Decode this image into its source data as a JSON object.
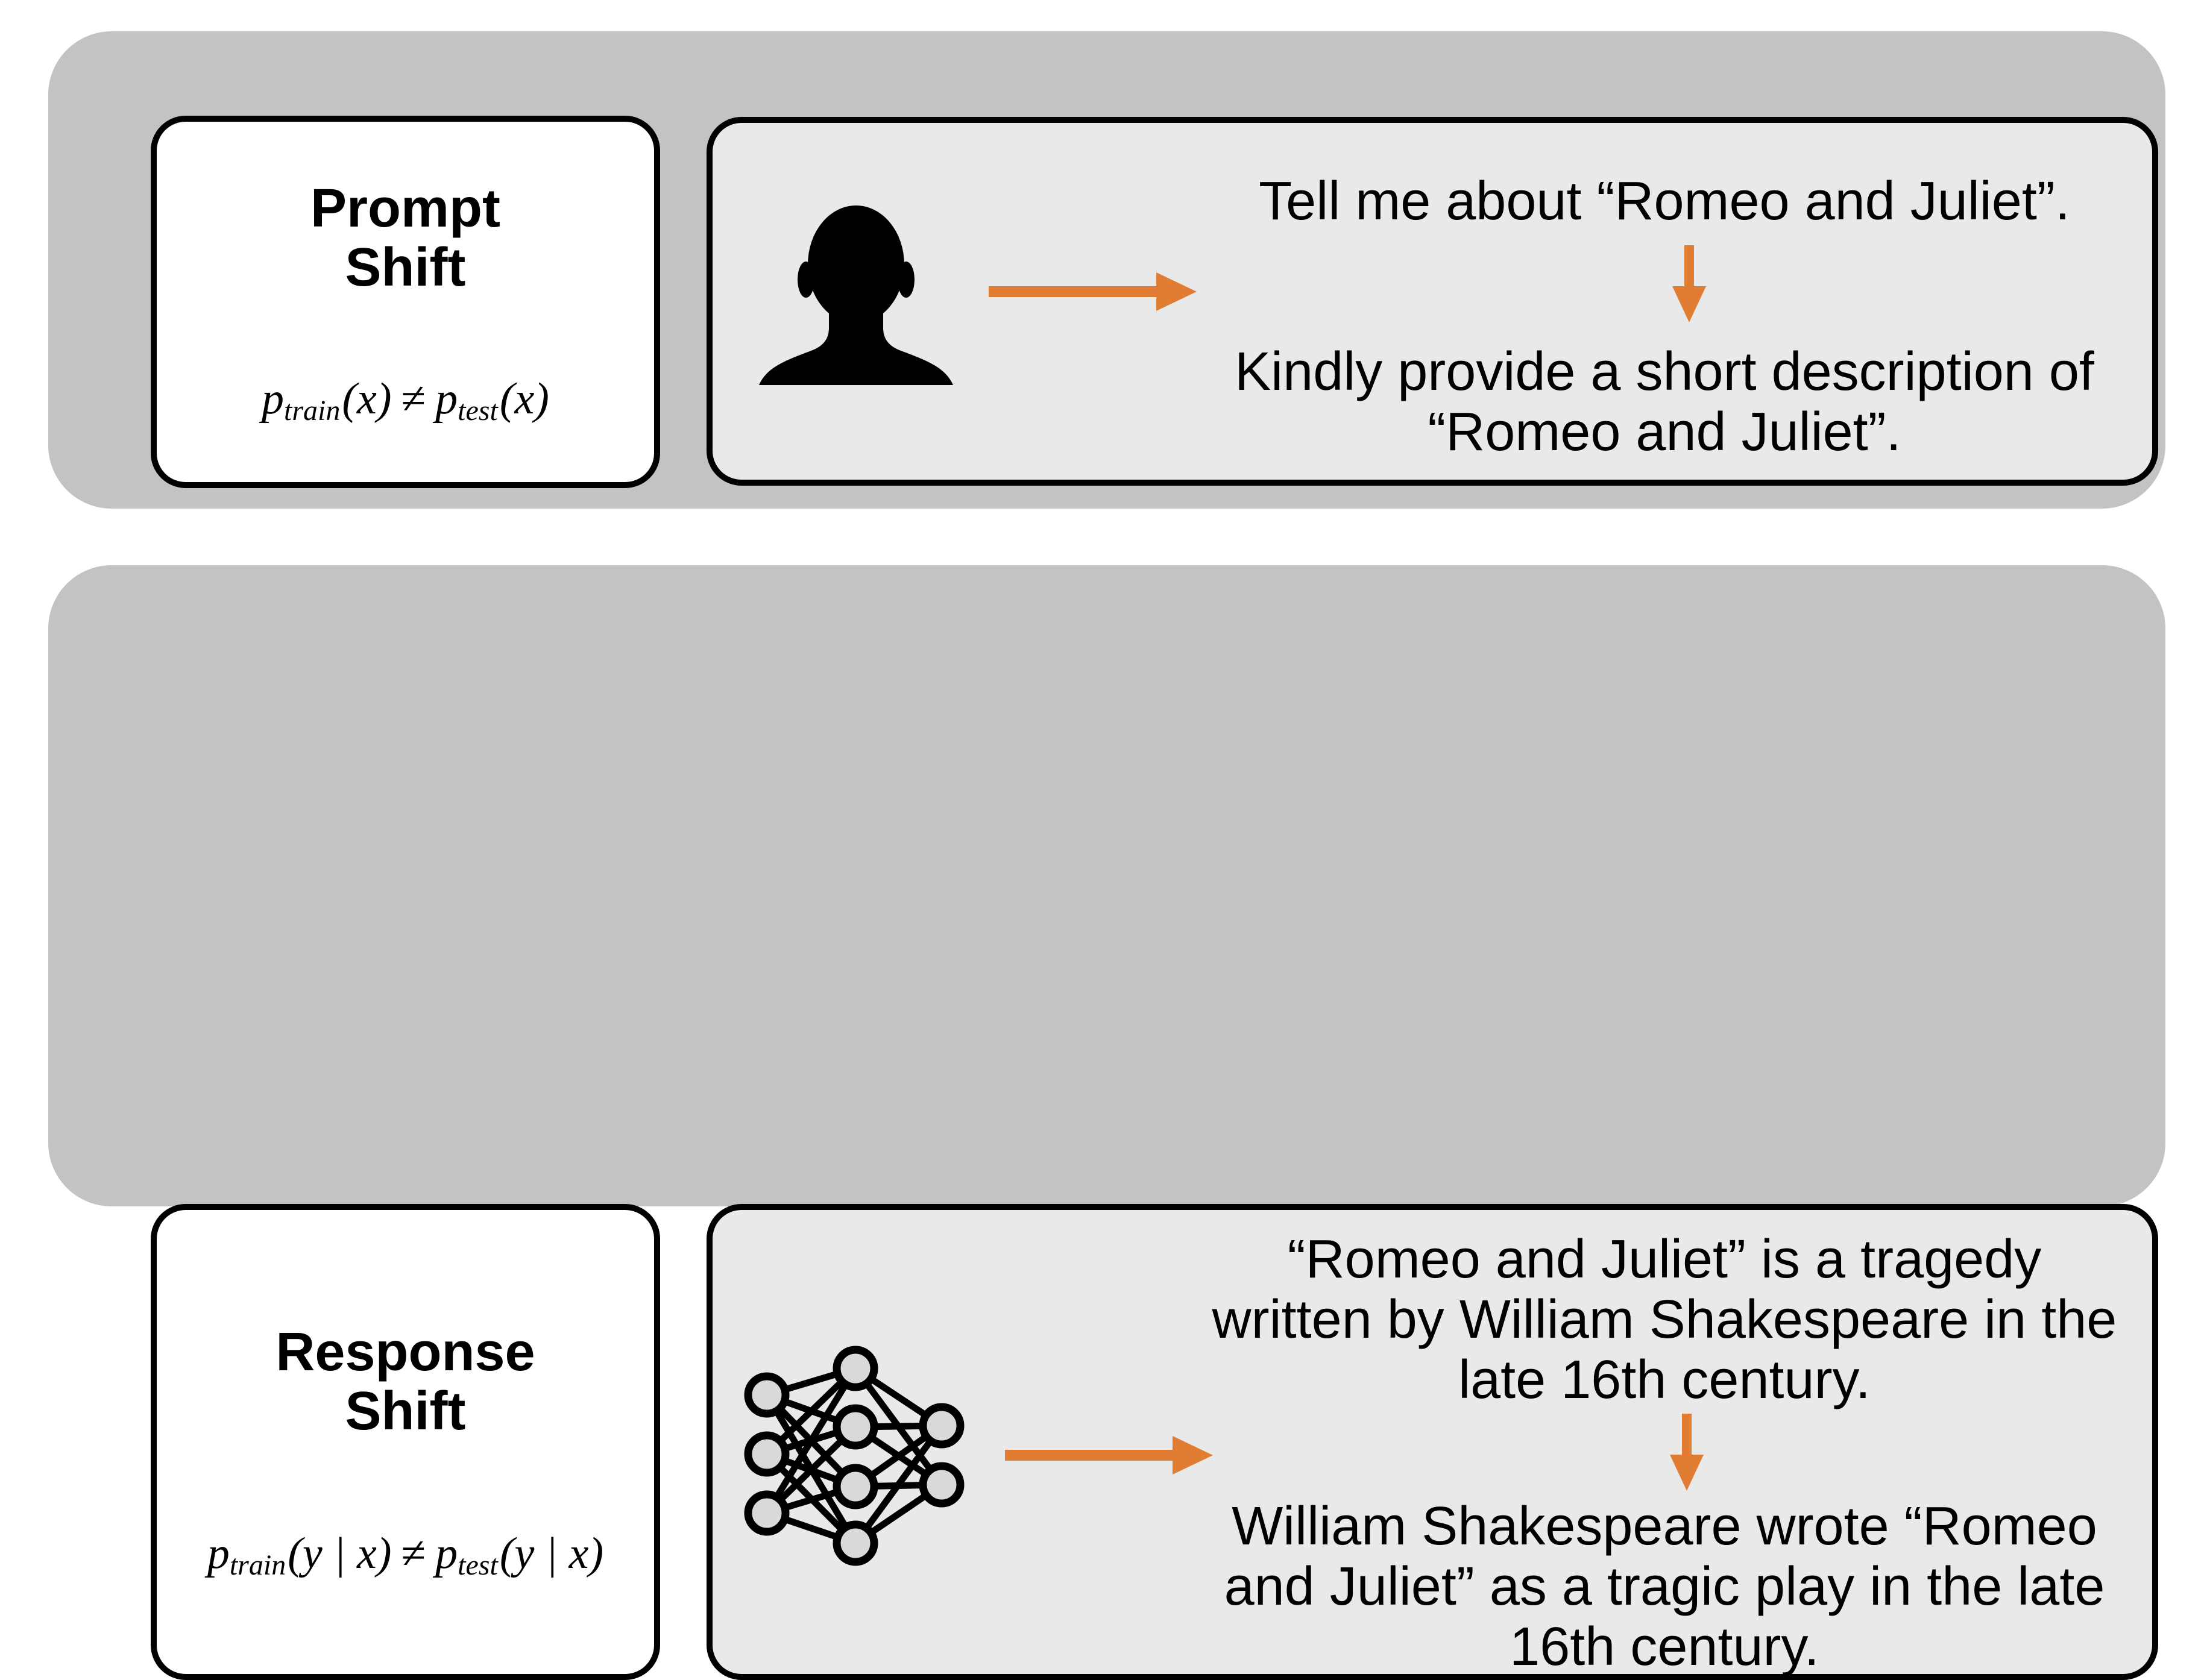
{
  "figure": {
    "description": "Two-panel diagram contrasting prompt shift and response shift for language models",
    "colors": {
      "band_background": "#c3c3c3",
      "content_background": "#e9e9e9",
      "label_background": "#ffffff",
      "outline": "#000000",
      "arrow_accent": "#e07d33",
      "node_fill": "#d9d9d9"
    },
    "icons": {
      "top_source": "person-silhouette-icon",
      "bottom_source": "neural-network-icon",
      "flow": "arrow-right-icon",
      "rewrite": "arrow-down-icon"
    },
    "panels": [
      {
        "name": "Prompt Shift",
        "title_lines": [
          "Prompt",
          "Shift"
        ],
        "formula": {
          "lhs_base": "p",
          "lhs_sub": "train",
          "lhs_arg": "(x)",
          "op": "≠",
          "rhs_base": "p",
          "rhs_sub": "test",
          "rhs_arg": "(x)"
        },
        "original_lines": [
          "Tell me about “Romeo and Juliet”."
        ],
        "shifted_lines": [
          "Kindly provide a short description of",
          "“Romeo and Juliet”."
        ]
      },
      {
        "name": "Response Shift",
        "title_lines": [
          "Response",
          "Shift"
        ],
        "formula": {
          "lhs_base": "p",
          "lhs_sub": "train",
          "lhs_arg": "(y | x)",
          "op": "≠",
          "rhs_base": "p",
          "rhs_sub": "test",
          "rhs_arg": "(y | x)"
        },
        "original_lines": [
          "“Romeo and Juliet” is a tragedy",
          "written by William Shakespeare in the",
          "late 16th century."
        ],
        "shifted_lines": [
          "William Shakespeare wrote “Romeo",
          "and Juliet” as a tragic play in the late",
          "16th century."
        ]
      }
    ]
  }
}
